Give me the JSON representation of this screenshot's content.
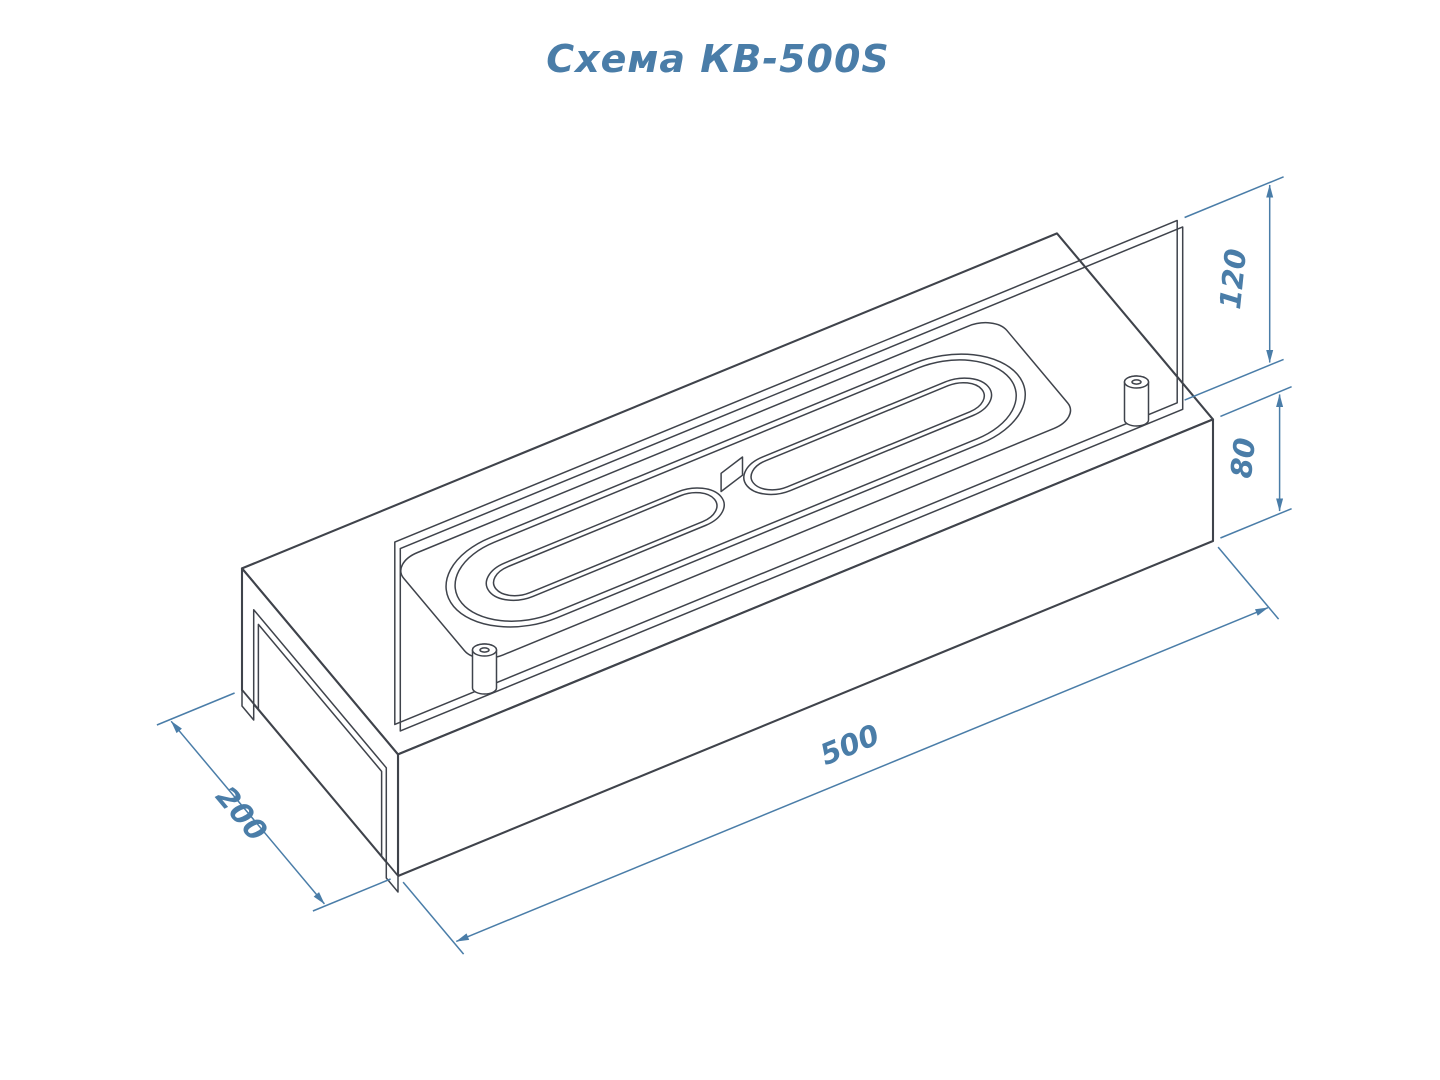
{
  "title": "Схема КВ-500S",
  "colors": {
    "accent": "#4a7da8",
    "line": "#3f434b",
    "background": "#ffffff"
  },
  "dimensions": {
    "glass_height": "120",
    "body_height": "80",
    "length": "500",
    "depth": "200"
  }
}
